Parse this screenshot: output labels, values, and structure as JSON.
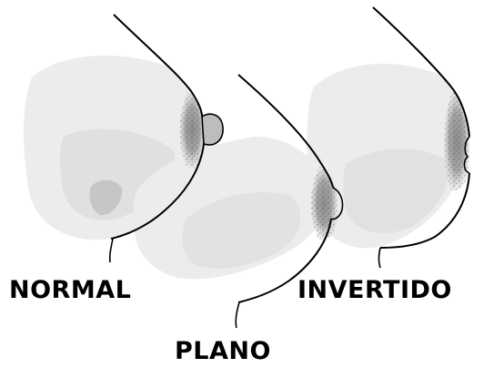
{
  "labels": {
    "normal": "NORMAL",
    "invertido": "INVERTIDO",
    "plano": "PLANO"
  },
  "colors": {
    "ink": "#000000",
    "shadow_light": "#ededed",
    "shadow_mid": "#e1e1e1",
    "shadow_dark": "#c4c4c4",
    "areola": "#9a9a9a"
  }
}
